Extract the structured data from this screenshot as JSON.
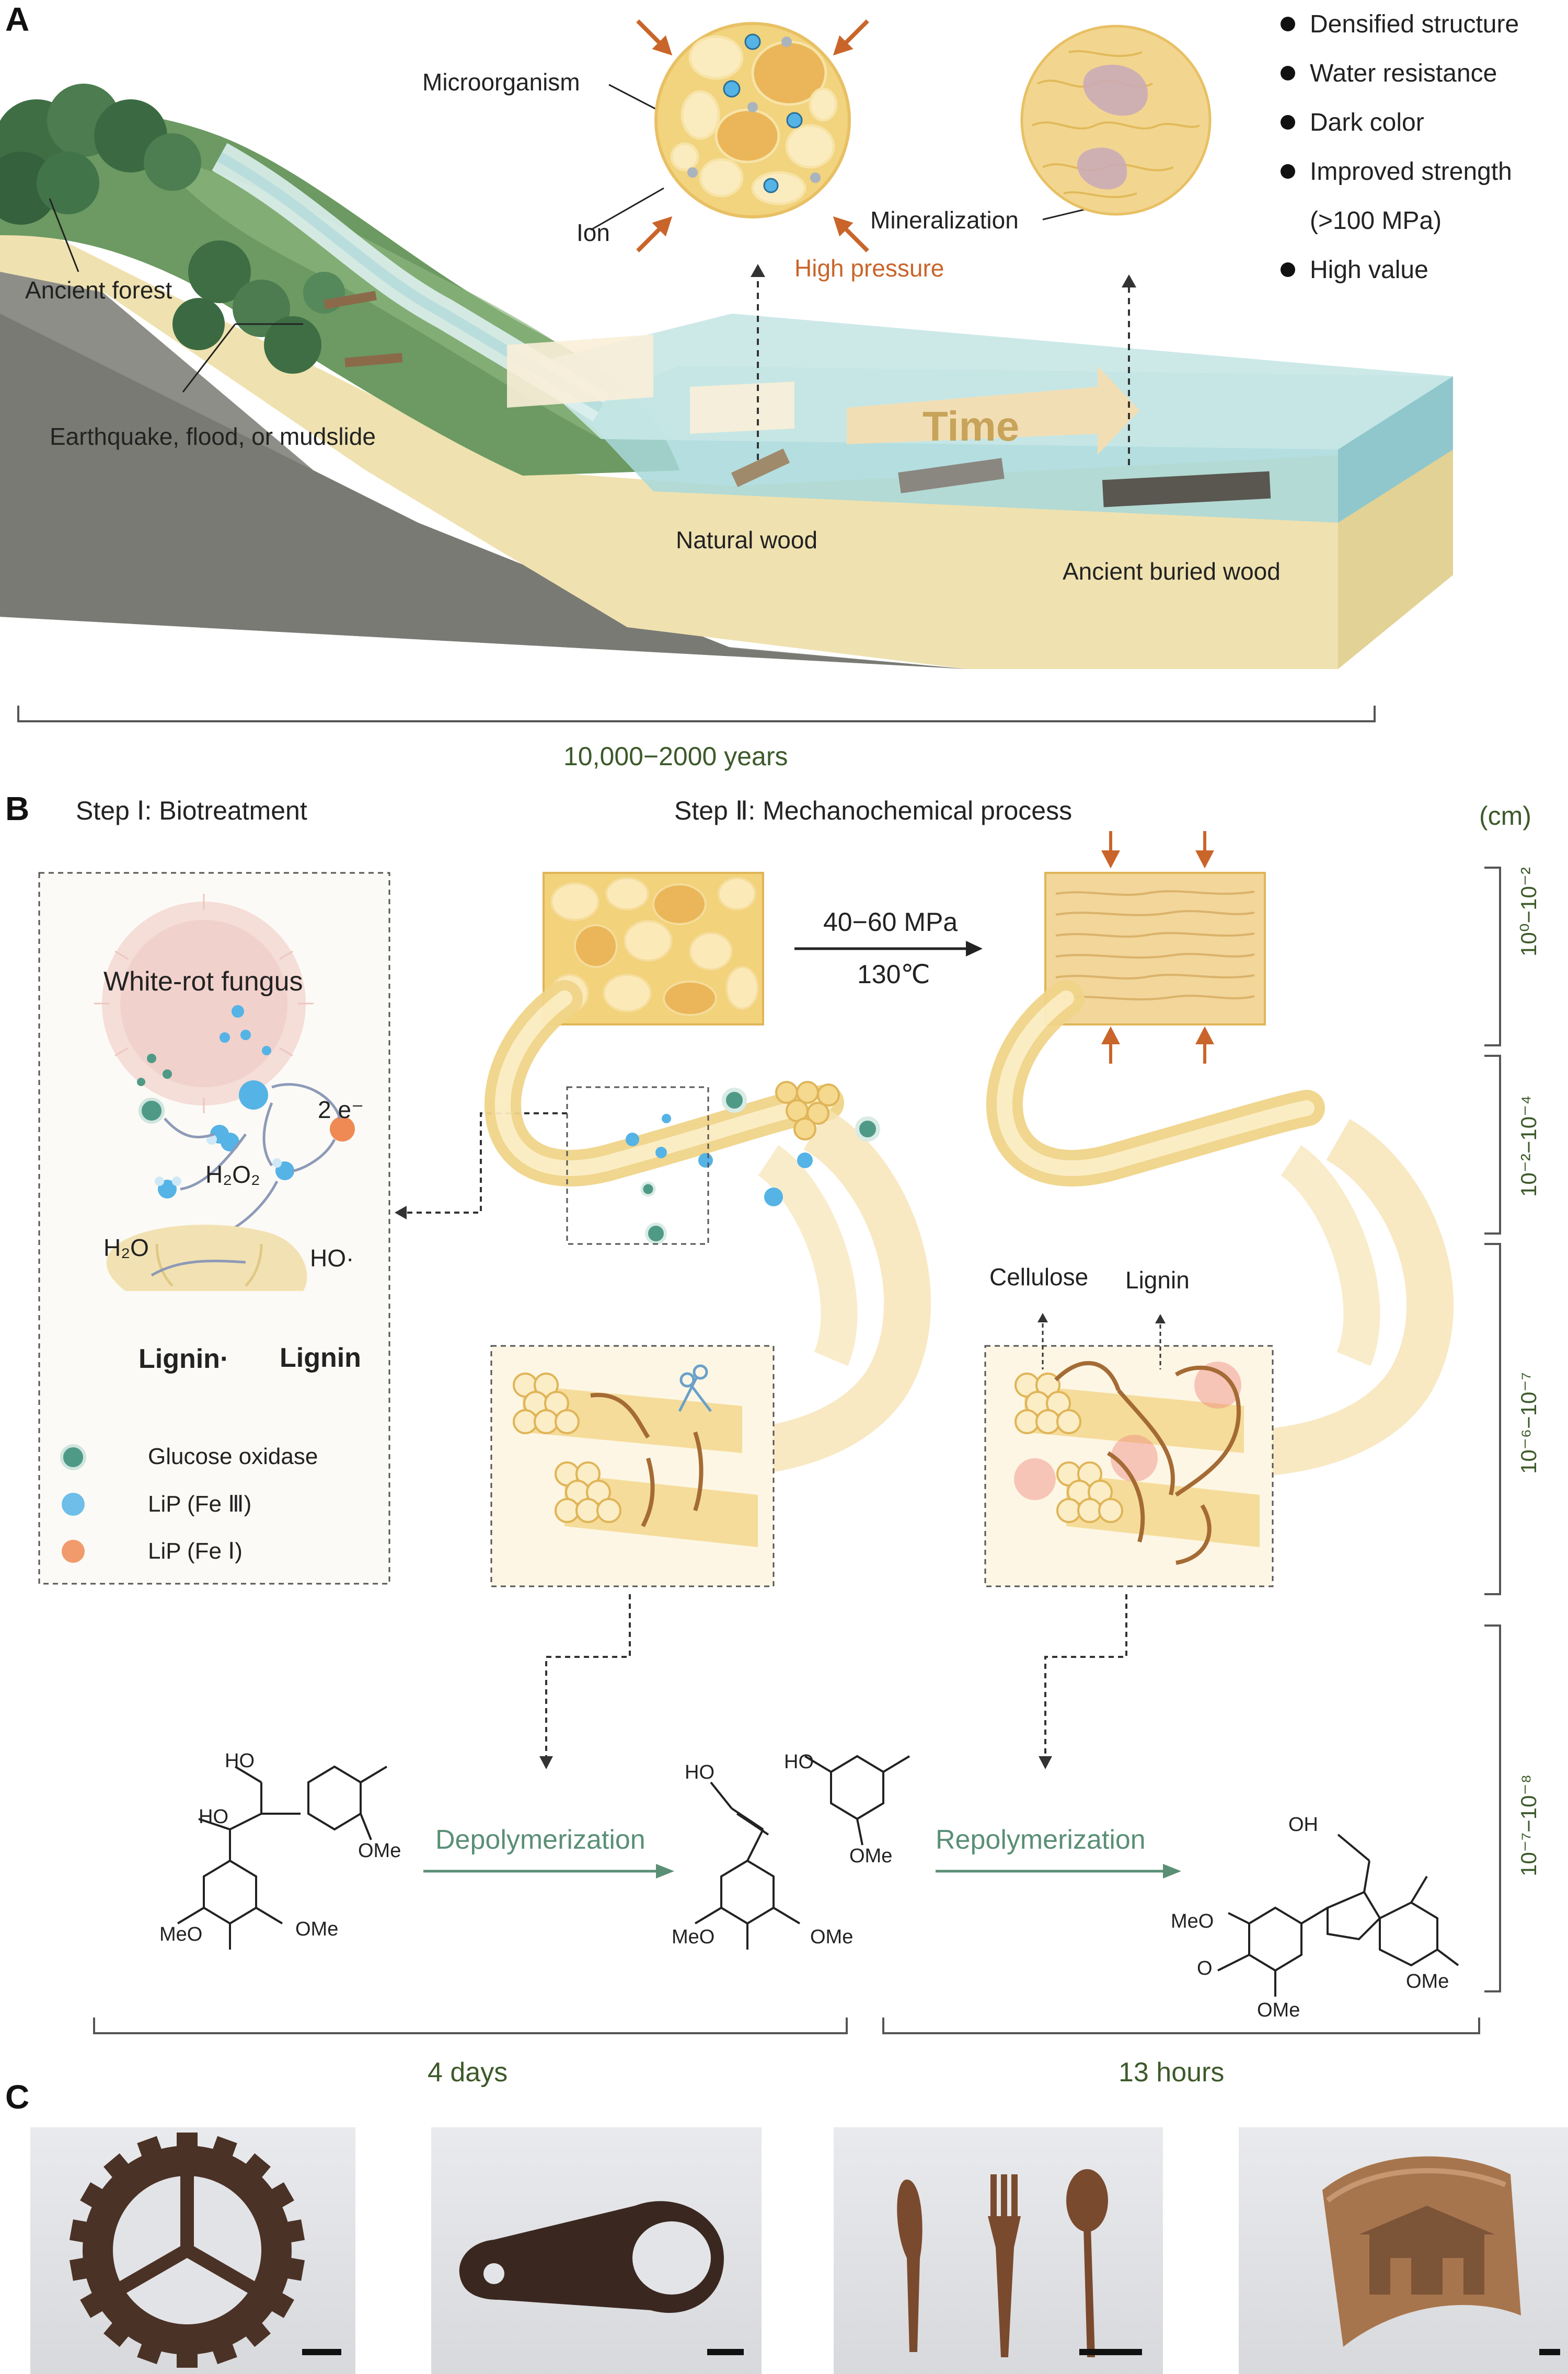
{
  "panel_a": {
    "letter": "A",
    "labels": {
      "microorganism": "Microorganism",
      "ion": "Ion",
      "high_pressure": "High pressure",
      "mineralization": "Mineralization",
      "ancient_forest": "Ancient forest",
      "disaster": "Earthquake, flood, or mudslide",
      "time": "Time",
      "natural_wood": "Natural wood",
      "ancient_buried_wood": "Ancient buried wood",
      "timespan": "10,000−2000 years"
    },
    "properties": [
      "Densified structure",
      "Water resistance",
      "Dark color",
      "Improved strength",
      "(>100 MPa)",
      "High value"
    ]
  },
  "panel_b": {
    "letter": "B",
    "step1": "Step Ⅰ: Biotreatment",
    "step2": "Step Ⅱ: Mechanochemical process",
    "unit": "(cm)",
    "fungus": "White-rot fungus",
    "two_e": "2 e⁻",
    "h2o2": "H₂O₂",
    "h2o": "H₂O",
    "ho": "HO·",
    "lignin_radical": "Lignin·",
    "lignin": "Lignin",
    "legend": [
      "Glucose oxidase",
      "LiP (Fe Ⅲ)",
      "LiP (Fe Ⅰ)"
    ],
    "pressure": "40−60 MPa",
    "temperature": "130℃",
    "cellulose": "Cellulose",
    "lignin_label": "Lignin",
    "depolymerization": "Depolymerization",
    "repolymerization": "Repolymerization",
    "duration1": "4 days",
    "duration2": "13 hours",
    "scales": [
      "10⁰−10⁻²",
      "10⁻²−10⁻⁴",
      "10⁻⁶−10⁻⁷",
      "10⁻⁷−10⁻⁸"
    ],
    "chem": {
      "ho": "HO",
      "ome": "OMe",
      "meo": "MeO",
      "oh": "OH",
      "o": "O"
    }
  },
  "panel_c": {
    "letter": "C",
    "photos": [
      "gear",
      "cam-plate",
      "cutlery",
      "curved-panel"
    ]
  },
  "colors": {
    "wood_light": "#f6dfa0",
    "wood_mid": "#e9c070",
    "wood_dark": "#d7a24a",
    "arrow_orange": "#c9652a",
    "green_text": "#3d5a2a",
    "glucose_oxidase": "#4f9a86",
    "lip_fe3": "#55b3e6",
    "lip_fe1": "#ef8a55",
    "water": "#a8d8db"
  }
}
